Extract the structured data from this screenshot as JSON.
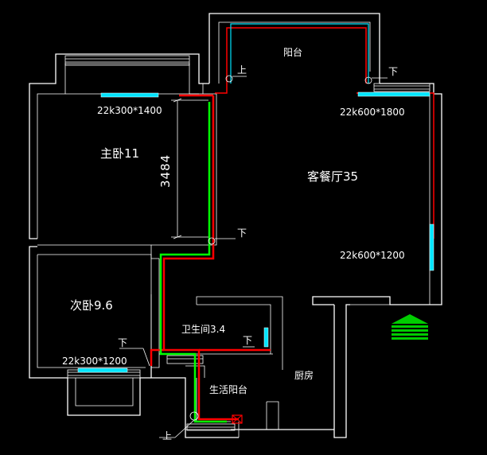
{
  "rooms": {
    "balcony": "阳台",
    "master_bedroom": "主卧11",
    "living_dining": "客餐厅35",
    "second_bedroom": "次卧9.6",
    "bathroom": "卫生间3.4",
    "kitchen": "厨房",
    "utility_balcony": "生活阳台"
  },
  "radiators": {
    "master": "22k300*1400",
    "balcony": "22k600*1800",
    "living": "22k600*1200",
    "second": "22k300*1200"
  },
  "dimension": "3484",
  "markers": {
    "up": "上",
    "down": "下"
  },
  "colors": {
    "supply_pipe": "#ff0000",
    "return_pipe": "#00ff00",
    "radiator": "#00e5ff",
    "north_arrow": "#00cc00"
  }
}
